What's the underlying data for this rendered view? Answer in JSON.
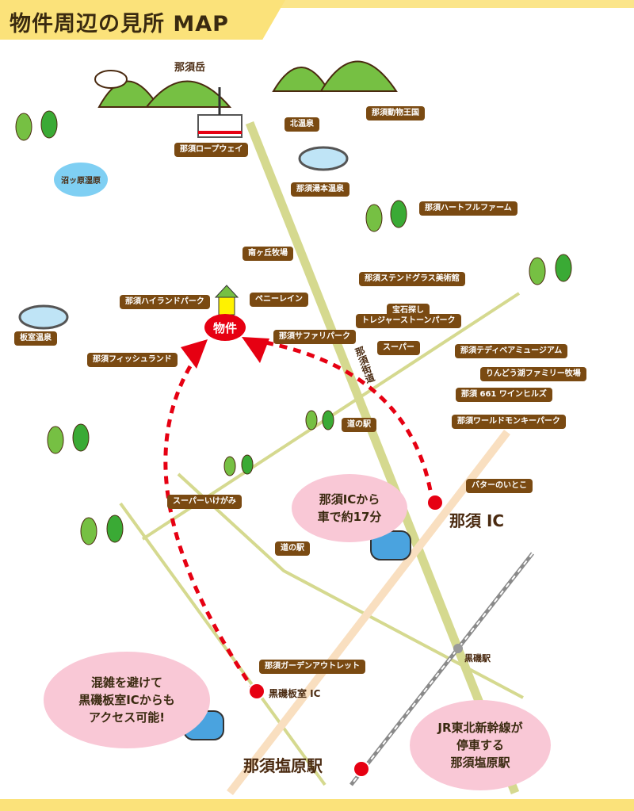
{
  "title": "物件周辺の見所 MAP",
  "colors": {
    "label_bg": "#7a4a12",
    "title_bg": "#fbe27a",
    "route": "#e60012",
    "bubble": "#f9c8d6",
    "kaido": "#d5d98f",
    "highway": "#f9dfc0",
    "rail": "#888888"
  },
  "mountain_label": "那須岳",
  "property_label": "物件",
  "lake_label": "沼ッ原湿原",
  "road_label": "那須街道",
  "labels": {
    "ropeway": "那須ロープウェイ",
    "kita_onsen": "北温泉",
    "yumoto": "那須湯本温泉",
    "animal_kingdom": "那須動物王国",
    "heartful": "那須ハートフルファーム",
    "minamigaoka": "南ヶ丘牧場",
    "penny_lane": "ペニーレイン",
    "highland": "那須ハイランドパーク",
    "stained_glass": "那須ステンドグラス美術館",
    "treasure_1": "宝石探し",
    "treasure_2": "トレジャーストーンパーク",
    "itamuro_onsen": "板室温泉",
    "safari": "那須サファリパーク",
    "super1": "スーパー",
    "teddy": "那須テディベアミュージアム",
    "fishland": "那須フィッシュランド",
    "rindo": "りんどう湖ファミリー牧場",
    "wine": "那須 661 ワインヒルズ",
    "monkey": "那須ワールドモンキーパーク",
    "michinoeki1": "道の駅",
    "butter": "バターのいとこ",
    "super_igami": "スーパーいけがみ",
    "michinoeki2": "道の駅",
    "outlet": "那須ガーデンアウトレット",
    "kuroiso_station": "黒磯駅"
  },
  "points": {
    "nasu_ic": "那須 IC",
    "kuroiso_itamuro_ic": "黒磯板室 IC",
    "nasushiobara_station": "那須塩原駅"
  },
  "bubbles": {
    "nasu_ic": "那須ICから\n車で約17分",
    "kuroiso": "混雑を避けて\n黒磯板室ICからも\nアクセス可能!",
    "shinkansen": "JR東北新幹線が\n停車する\n那須塩原駅"
  }
}
